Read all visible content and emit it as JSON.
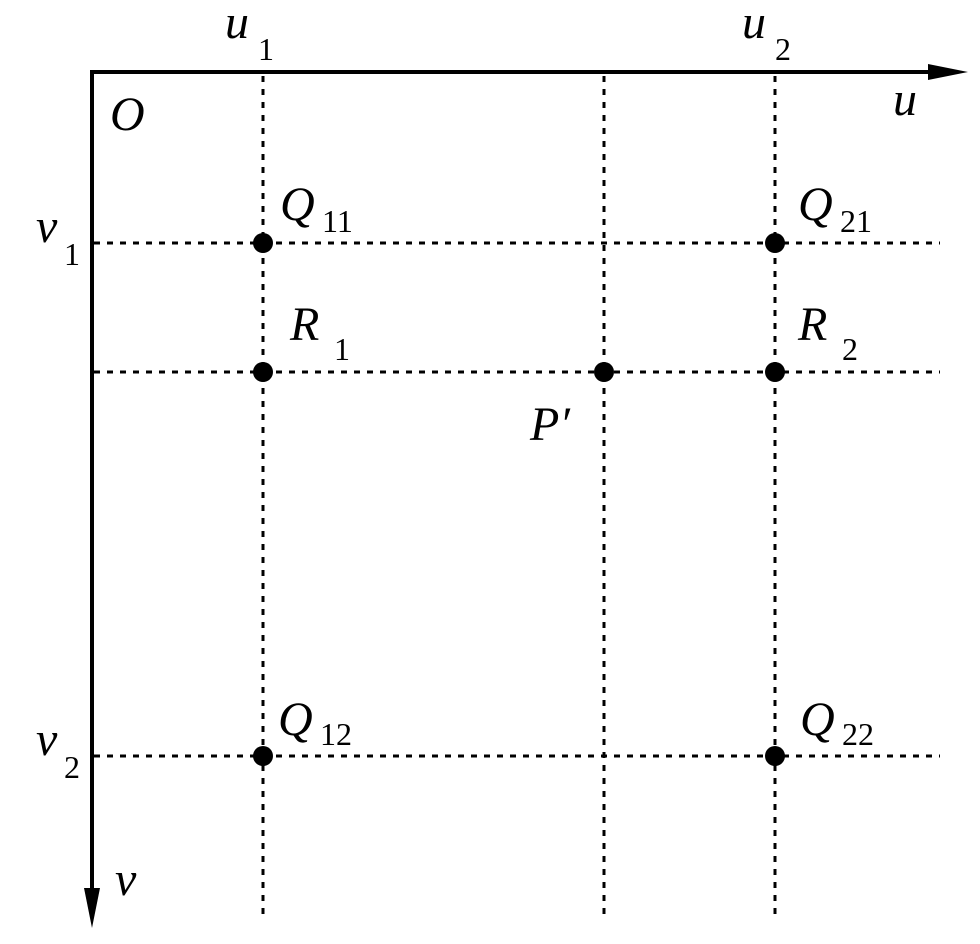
{
  "diagram": {
    "type": "bilinear-interpolation-grid",
    "colors": {
      "stroke": "#000000",
      "background": "#ffffff"
    },
    "axes": {
      "origin_label": "O",
      "horizontal": {
        "label": "u"
      },
      "vertical": {
        "label": "v"
      }
    },
    "ticks": {
      "u1": {
        "base": "u",
        "sub": "1"
      },
      "u2": {
        "base": "u",
        "sub": "2"
      },
      "v1": {
        "base": "v",
        "sub": "1"
      },
      "v2": {
        "base": "v",
        "sub": "2"
      }
    },
    "points": {
      "Q11": {
        "base": "Q",
        "sub": "11"
      },
      "Q21": {
        "base": "Q",
        "sub": "21"
      },
      "Q12": {
        "base": "Q",
        "sub": "12"
      },
      "Q22": {
        "base": "Q",
        "sub": "22"
      },
      "R1": {
        "base": "R",
        "sub": "1"
      },
      "R2": {
        "base": "R",
        "sub": "2"
      },
      "P": {
        "base": "P′"
      }
    }
  }
}
